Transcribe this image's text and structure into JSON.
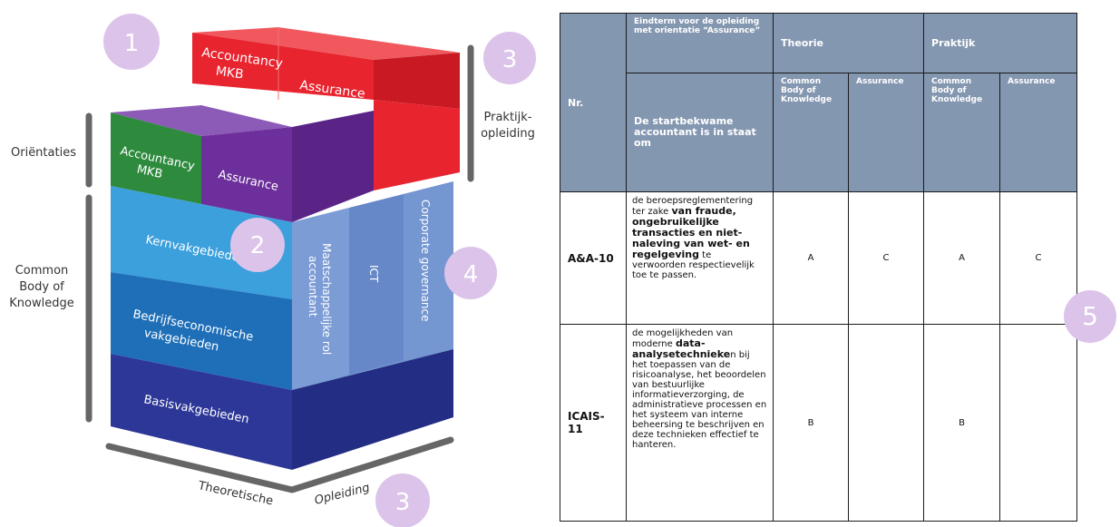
{
  "diagram": {
    "badges": [
      "1",
      "2",
      "3",
      "4",
      "3",
      "5"
    ],
    "top_blocks": {
      "accountancy_mkb": [
        "Accountancy",
        "MKB"
      ],
      "assurance": "Assurance"
    },
    "mid_blocks": {
      "accountancy_mkb": [
        "Accountancy",
        "MKB"
      ],
      "assurance": "Assurance"
    },
    "front_layers": {
      "kern": "Kernvakgebieden",
      "bedrijf": [
        "Bedrijfseconomische",
        "vakgebieden"
      ],
      "basis": "Basisvakgebieden"
    },
    "side_columns": {
      "maatschappelijk": [
        "Maatschappelijke rol",
        "accountant"
      ],
      "ict": "ICT",
      "corporate": "Corporate governance"
    },
    "labels": {
      "orientaties": "Oriëntaties",
      "cbok": [
        "Common",
        "Body of",
        "Knowledge"
      ],
      "praktijk": [
        "Praktijk-",
        "opleiding"
      ],
      "theoretische": "Theoretische",
      "opleiding": "Opleiding"
    },
    "colors": {
      "red": "#e8242f",
      "green": "#2e8b3e",
      "purple": "#6d2f9c",
      "light_blue": "#3ba0dc",
      "mid_blue": "#1f6fb8",
      "dark_blue": "#2d3797",
      "side_blue": "#6f92cf",
      "badge": "#dcc3ea"
    }
  },
  "table": {
    "headers": {
      "nr": "Nr.",
      "eindterm": "Eindterm voor de opleiding met orientatie “Assurance”",
      "theorie": "Theorie",
      "praktijk": "Praktijk",
      "startbekwaam": "De startbekwame accountant is in staat om",
      "cbok": "Common Body of Knowledge",
      "assurance": "Assurance"
    },
    "rows": [
      {
        "nr": "A&A-10",
        "desc_parts": [
          {
            "text": "de beroepsreglementering ter zake ",
            "bold": false
          },
          {
            "text": "van fraude, ongebruikelijke transacties en niet-naleving van wet- en regelgeving",
            "bold": true
          },
          {
            "text": " te verwoorden respectievelijk toe te passen.",
            "bold": false
          }
        ],
        "values": [
          "A",
          "C",
          "A",
          "C"
        ]
      },
      {
        "nr": "ICAIS-11",
        "desc_parts": [
          {
            "text": "de mogelijkheden van moderne ",
            "bold": false
          },
          {
            "text": "data-analysetechnieke",
            "bold": true
          },
          {
            "text": "n bij het toepassen van de risicoanalyse, het beoordelen van bestuurlijke informatieverzorging, de administratieve processen en het systeem van interne beheersing te beschrijven en deze technieken effectief te hanteren.",
            "bold": false
          }
        ],
        "values": [
          "B",
          "",
          "B",
          ""
        ]
      }
    ]
  }
}
